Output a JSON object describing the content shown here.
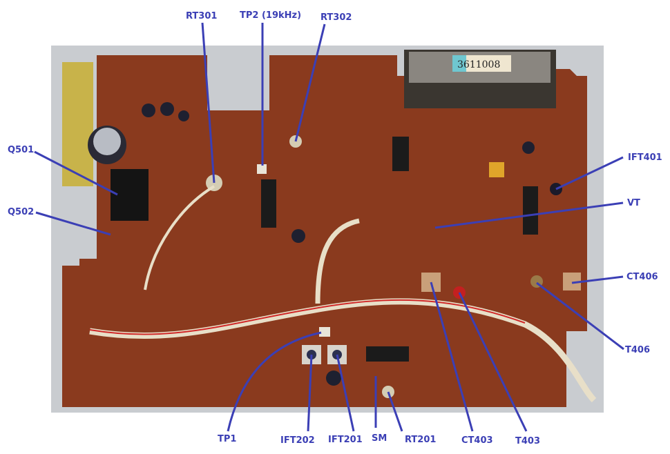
{
  "photo": {
    "subject": "FM tuner main circuit board (top view)",
    "module_sticker": "3611008"
  },
  "callout_color": "#3b3fb5",
  "labels": {
    "rt301": "RT301",
    "tp2": "TP2 (19kHz)",
    "rt302": "RT302",
    "q501": "Q501",
    "q502": "Q502",
    "ift401": "IFT401",
    "vt": "VT",
    "ct406": "CT406",
    "t406": "T406",
    "tp1": "TP1",
    "ift202": "IFT202",
    "ift201": "IFT201",
    "sm": "SM",
    "rt201": "RT201",
    "ct403": "CT403",
    "t403": "T403"
  }
}
